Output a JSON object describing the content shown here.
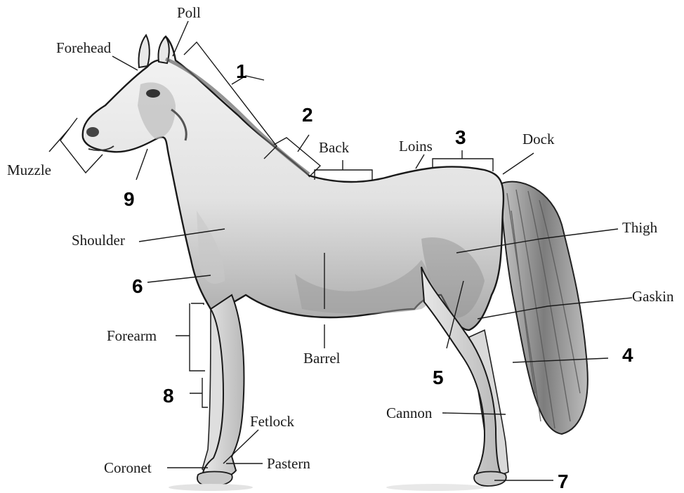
{
  "labels": {
    "poll": "Poll",
    "forehead": "Forehead",
    "muzzle": "Muzzle",
    "back": "Back",
    "loins": "Loins",
    "dock": "Dock",
    "shoulder": "Shoulder",
    "thigh": "Thigh",
    "gaskin": "Gaskin",
    "forearm": "Forearm",
    "barrel": "Barrel",
    "cannon": "Cannon",
    "fetlock": "Fetlock",
    "coronet": "Coronet",
    "pastern": "Pastern"
  },
  "numbers": {
    "n1": "1",
    "n2": "2",
    "n3": "3",
    "n4": "4",
    "n5": "5",
    "n6": "6",
    "n7": "7",
    "n8": "8",
    "n9": "9"
  },
  "colors": {
    "background": "#ffffff",
    "outline": "#1a1a1a",
    "body_shade": "#cfcfcf",
    "tail": "#9a9a9a"
  }
}
